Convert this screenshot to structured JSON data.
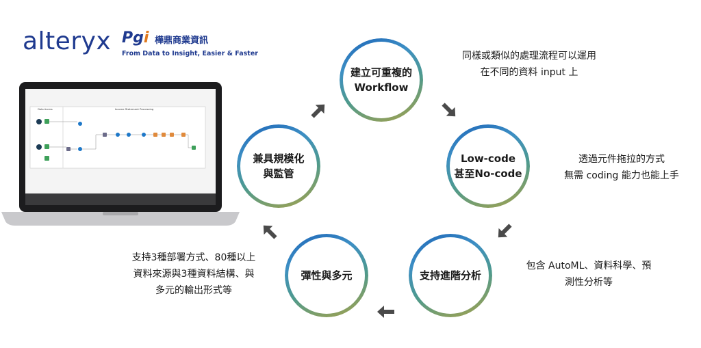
{
  "logos": {
    "alteryx": "alteryx",
    "pgi_mark": "Pgi",
    "pgi_name": "樺鼎商業資訊",
    "pgi_tagline": "From Data to Insight, Easier & Faster"
  },
  "laptop": {
    "screen_title": "Income Statement Processing",
    "left_panel_title": "Data Access"
  },
  "nodes": {
    "workflow": "建立可重複的\nWorkflow",
    "lowcode": "Low-code\n甚至No-code",
    "analytics": "支持進階分析",
    "flexibility": "彈性與多元",
    "scalability": "兼具規模化\n與監管"
  },
  "descriptions": {
    "workflow": "同樣或類似的處理流程可以運用\n在不同的資料 input 上",
    "lowcode": "透過元件拖拉的方式\n無需 coding 能力也能上手",
    "analytics": "包含 AutoML、資料科學、預\n測性分析等",
    "flexibility": "支持3種部署方式、80種以上\n資料來源與3種資料結構、與\n多元的輸出形式等"
  },
  "colors": {
    "arrow": "#4a4a4a",
    "brand_blue": "#1f3a8f",
    "brand_orange": "#e07a1f"
  }
}
